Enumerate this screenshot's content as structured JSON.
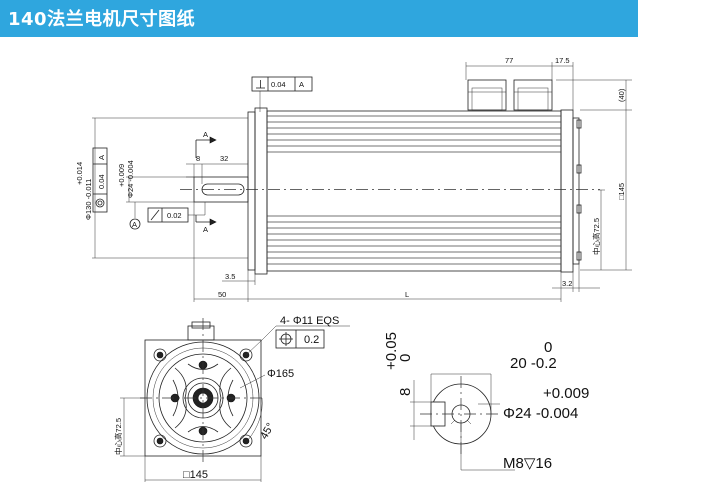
{
  "header": {
    "title": "140法兰电机尺寸图纸",
    "bg_color": "#2fa6de",
    "text_color": "#ffffff"
  },
  "side_view": {
    "perpendicularity": {
      "value": "0.04",
      "datum": "A"
    },
    "dim_top_77": "77",
    "dim_top_17_5": "17.5",
    "dim_40": "(40)",
    "dim_145": "□145",
    "center_height": "中心高72.5",
    "dim_3_2": "3.2",
    "dim_3_5": "3.5",
    "dim_50": "50",
    "dim_L": "L",
    "dim_8": "8",
    "dim_32": "32",
    "section_A_top": "A",
    "section_A_bottom": "A",
    "shaft_tol_upper": "+0.009",
    "shaft_dia": "Φ24 -0.004",
    "flange_tol_upper": "+0.014",
    "flange_dia": "Φ130 -0.011",
    "coaxiality_value": "0.04",
    "coaxiality_datum": "A",
    "datum_label": "A",
    "runout_value": "0.02"
  },
  "front_view": {
    "holes": "4- Φ11 EQS",
    "position_tol": "0.2",
    "pcd": "Φ165",
    "angle": "45°",
    "center_height": "中心高72.5",
    "square": "□145"
  },
  "section_view": {
    "key_width_tol_upper": "+0.05",
    "key_width": "8",
    "key_width_tol_lower": "0",
    "depth_tol_upper": "0",
    "depth": "20 -0.2",
    "shaft_tol_upper": "+0.009",
    "shaft_dia": "Φ24 -0.004",
    "thread": "M8▽16"
  }
}
